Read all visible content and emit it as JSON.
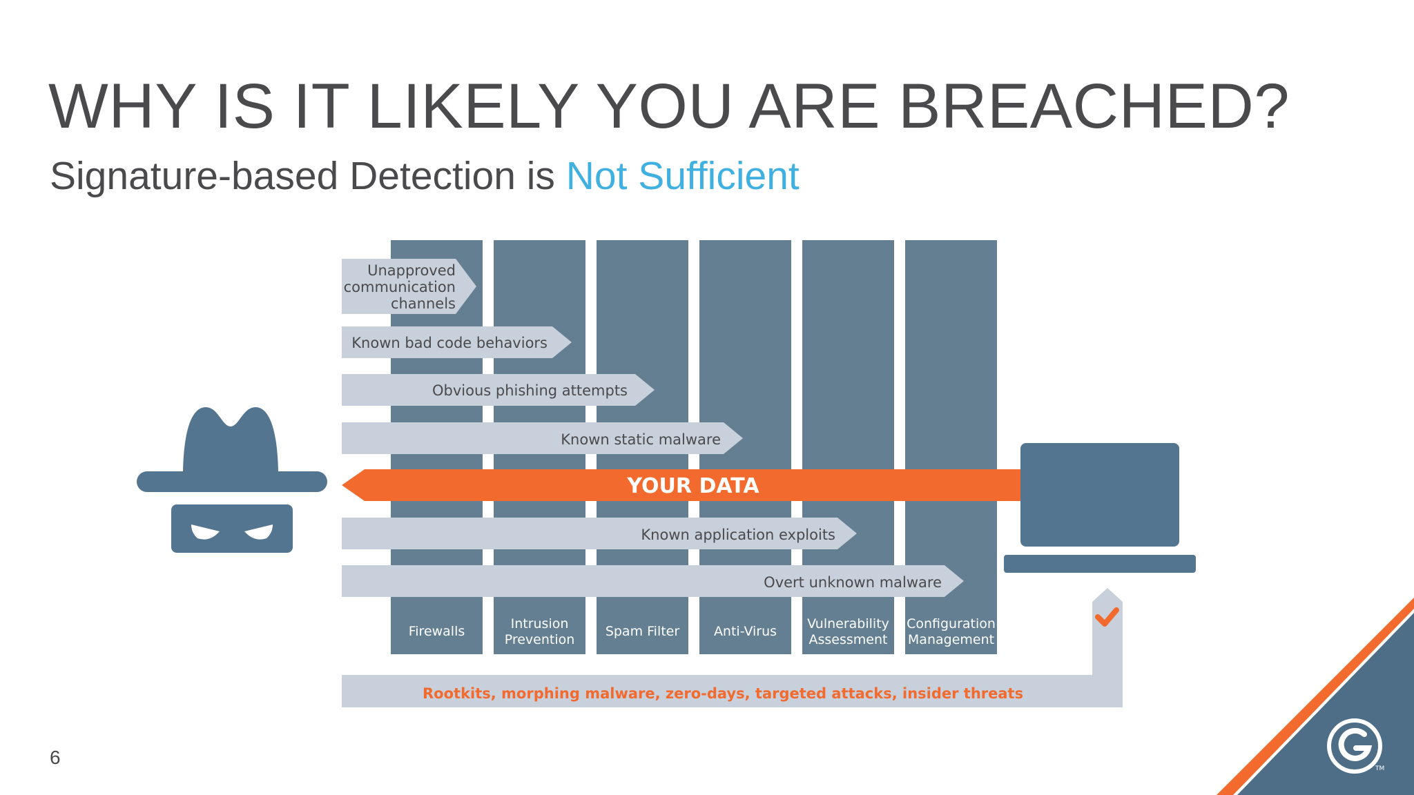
{
  "slide": {
    "title": "WHY IS IT LIKELY YOU ARE BREACHED?",
    "subtitle_prefix": "Signature-based Detection is ",
    "subtitle_highlight": "Not Sufficient",
    "page_number": "6"
  },
  "diagram": {
    "columns": [
      {
        "label_lines": [
          "Firewalls"
        ]
      },
      {
        "label_lines": [
          "Intrusion",
          "Prevention"
        ]
      },
      {
        "label_lines": [
          "Spam Filter"
        ]
      },
      {
        "label_lines": [
          "Anti-Virus"
        ]
      },
      {
        "label_lines": [
          "Vulnerability",
          "Assessment"
        ]
      },
      {
        "label_lines": [
          "Configuration",
          "Management"
        ]
      }
    ],
    "blocked_threats": [
      {
        "lines": [
          "Unapproved",
          "communication",
          "channels"
        ]
      },
      {
        "lines": [
          "Known bad code behaviors"
        ]
      },
      {
        "lines": [
          "Obvious phishing attempts"
        ]
      },
      {
        "lines": [
          "Known static malware"
        ]
      },
      {
        "lines": [
          "Known application exploits"
        ]
      },
      {
        "lines": [
          "Overt unknown malware"
        ]
      }
    ],
    "data_flow_label": "YOUR DATA",
    "bypass_label": "Rootkits, morphing malware, zero-days, targeted attacks, insider threats",
    "icons": [
      "spy-icon",
      "laptop-icon",
      "checkmark-icon",
      "company-logo-icon"
    ]
  },
  "colors": {
    "column": "#637f91",
    "arrow": "#c8d0dc",
    "data_arrow": "#f26a2e",
    "icon": "#547590",
    "accent_blue": "#3fb0e0",
    "corner": "#4e6e87",
    "corner_stripe": "#f26a2e"
  }
}
